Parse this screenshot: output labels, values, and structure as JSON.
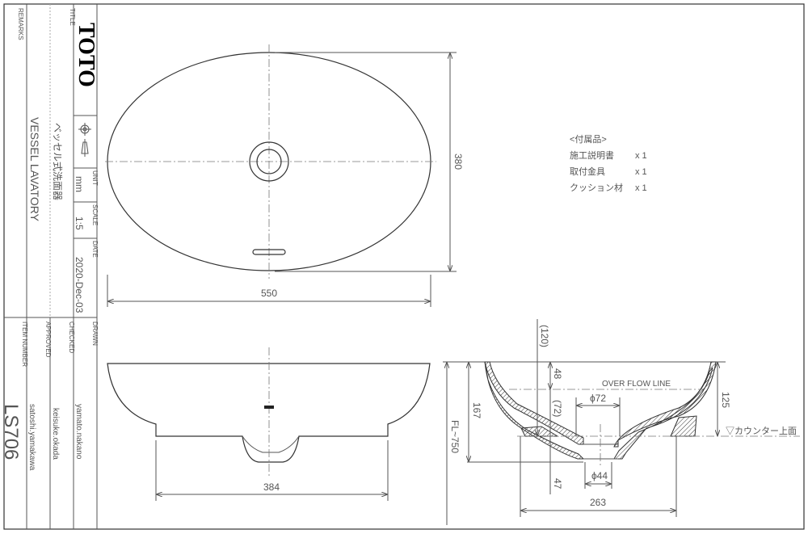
{
  "title_block": {
    "remarks_label": "REMARKS",
    "title_label": "TITLE",
    "title_jp": "ベッセル式洗面器",
    "title_en": "VESSEL LAVATORY",
    "logo": "TOTO",
    "projection_icon": "third-angle-projection-icon",
    "unit_label": "UNIT",
    "unit_value": "mm",
    "scale_label": "SCALE",
    "scale_value": "1:5",
    "date_label": "DATE",
    "date_value": "2020-Dec-03",
    "drawn_label": "DRAWN",
    "drawn_value": "yamato.nakano",
    "checked_label": "CHECKED",
    "checked_value": "keisuke.okada",
    "approved_label": "APPROVED",
    "approved_value": "satoshi.yamakawa",
    "item_number_label": "ITEM NUMBER",
    "item_number_value": "LS706"
  },
  "accessories": {
    "header": "<付属品>",
    "items": [
      {
        "name": "施工説明書",
        "qty": "x 1"
      },
      {
        "name": "取付金具",
        "qty": "x 1"
      },
      {
        "name": "クッション材",
        "qty": "x 1"
      }
    ]
  },
  "top_view": {
    "width_dim": "550",
    "depth_dim": "380"
  },
  "front_view": {
    "base_dim": "384"
  },
  "section_view": {
    "dim_120": "(120)",
    "dim_48": "48",
    "dim_72": "(72)",
    "dim_47": "47",
    "dim_167": "167",
    "dim_fl": "FL~750",
    "dim_125": "125",
    "dim_phi72": "ϕ72",
    "dim_phi44": "ϕ44",
    "dim_263": "263",
    "overflow_label": "OVER FLOW LINE",
    "counter_label": "▽カウンター上面"
  }
}
